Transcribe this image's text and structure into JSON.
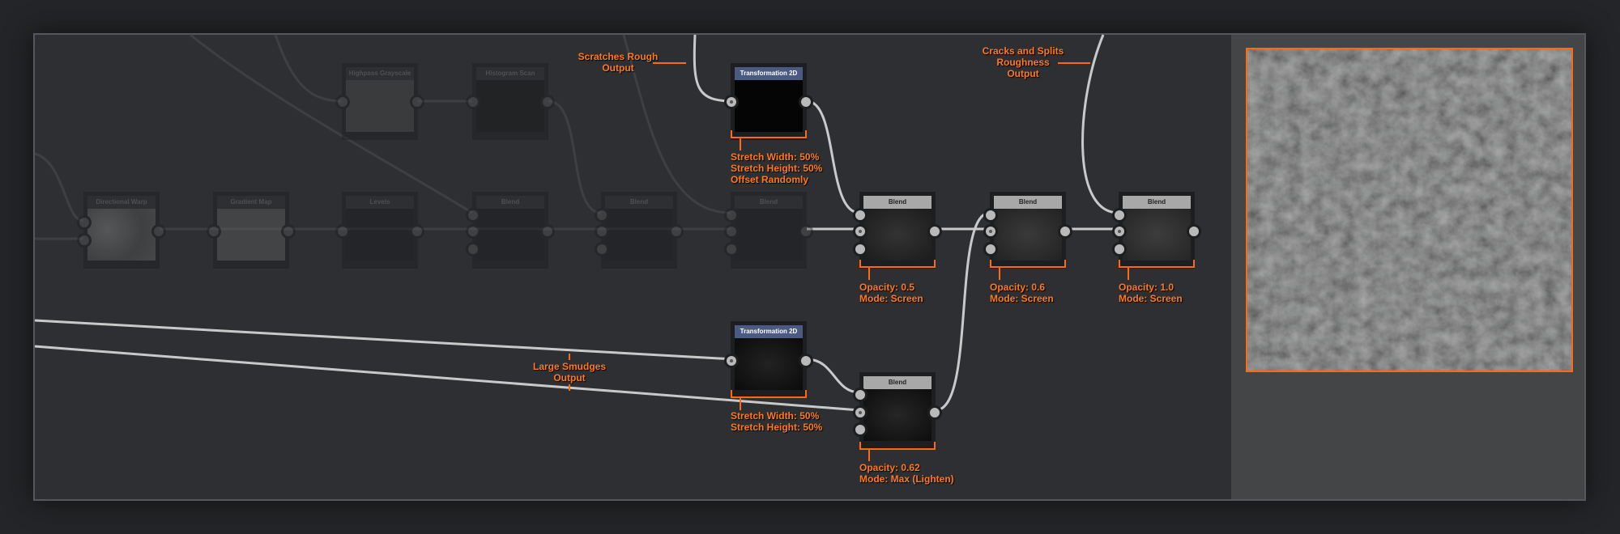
{
  "accent_color": "#ff6a10",
  "nodes": {
    "highpass": {
      "title": "Highpass Grayscale"
    },
    "histogram": {
      "title": "Histogram Scan"
    },
    "transform_top": {
      "title": "Transformation 2D"
    },
    "warp": {
      "title": "Directional Warp"
    },
    "gradient": {
      "title": "Gradient Map"
    },
    "levels": {
      "title": "Levels"
    },
    "blend_a": {
      "title": "Blend"
    },
    "blend_b": {
      "title": "Blend"
    },
    "blend_c": {
      "title": "Blend"
    },
    "blend_1": {
      "title": "Blend"
    },
    "blend_2": {
      "title": "Blend"
    },
    "blend_3": {
      "title": "Blend"
    },
    "transform_bottom": {
      "title": "Transformation 2D"
    },
    "blend_bottom": {
      "title": "Blend"
    }
  },
  "annotations": {
    "scratches": [
      "Scratches Rough",
      "Output"
    ],
    "cracks": [
      "Cracks and Splits",
      "Roughness",
      "Output"
    ],
    "smudges": [
      "Large Smudges",
      "Output"
    ],
    "transform_top": [
      "Stretch Width: 50%",
      "Stretch Height: 50%",
      "Offset Randomly"
    ],
    "transform_bottom": [
      "Stretch Width: 50%",
      "Stretch Height: 50%"
    ],
    "blend_1": [
      "Opacity: 0.5",
      "Mode: Screen"
    ],
    "blend_2": [
      "Opacity: 0.6",
      "Mode: Screen"
    ],
    "blend_3": [
      "Opacity: 1.0",
      "Mode: Screen"
    ],
    "blend_bottom": [
      "Opacity: 0.62",
      "Mode: Max (Lighten)"
    ]
  }
}
